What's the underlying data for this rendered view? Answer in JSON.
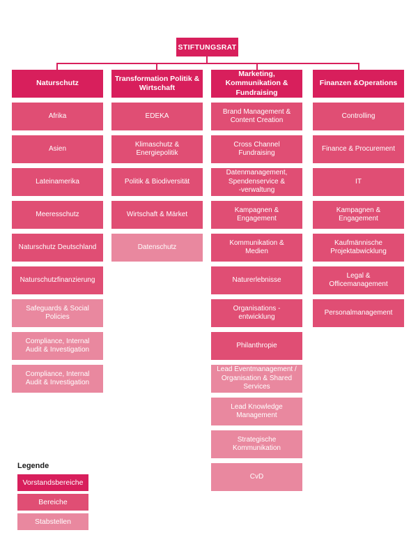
{
  "colors": {
    "vorstandsbereiche": "#D81F5C",
    "bereiche": "#E04E74",
    "stabstellen": "#E9889F",
    "text": "#FFFFFF",
    "background": "#FFFFFF"
  },
  "root": {
    "label": "STIFTUNGSRAT"
  },
  "columns": [
    {
      "header": "Naturschutz",
      "items": [
        {
          "label": "Afrika",
          "type": "bereich"
        },
        {
          "label": "Asien",
          "type": "bereich"
        },
        {
          "label": "Lateinamerika",
          "type": "bereich"
        },
        {
          "label": "Meeresschutz",
          "type": "bereich"
        },
        {
          "label": "Naturschutz Deutschland",
          "type": "bereich"
        },
        {
          "label": "Naturschutzfinanzierung",
          "type": "bereich"
        },
        {
          "label": "Safeguards & Social\nPolicies",
          "type": "stabstelle"
        },
        {
          "label": "Compliance, Internal\nAudit & Investigation",
          "type": "stabstelle"
        },
        {
          "label": "Compliance, Internal\nAudit & Investigation",
          "type": "stabstelle"
        }
      ]
    },
    {
      "header": "Transformation Politik &\nWirtschaft",
      "items": [
        {
          "label": "EDEKA",
          "type": "bereich"
        },
        {
          "label": "Klimaschutz &\nEnergiepolitik",
          "type": "bereich"
        },
        {
          "label": "Politik & Biodiversität",
          "type": "bereich"
        },
        {
          "label": "Wirtschaft & Märket",
          "type": "bereich"
        },
        {
          "label": "Datenschutz",
          "type": "stabstelle"
        }
      ]
    },
    {
      "header": "Marketing,\nKommunikation &\nFundraising",
      "items": [
        {
          "label": "Brand Management &\nContent Creation",
          "type": "bereich"
        },
        {
          "label": "Cross Channel\nFundraising",
          "type": "bereich"
        },
        {
          "label": "Datenmanagement,\nSpendenservice &\n-verwaltung",
          "type": "bereich"
        },
        {
          "label": "Kampagnen &\nEngagement",
          "type": "bereich"
        },
        {
          "label": "Kommunikation &\nMedien",
          "type": "bereich"
        },
        {
          "label": "Naturerlebnisse",
          "type": "bereich"
        },
        {
          "label": "Organisations -\nentwicklung",
          "type": "bereich"
        },
        {
          "label": "Philanthropie",
          "type": "bereich"
        },
        {
          "label": "Lead Eventmanagement /\nOrganisation & Shared\nServices",
          "type": "stabstelle"
        },
        {
          "label": "Lead Knowledge\nManagement",
          "type": "stabstelle"
        },
        {
          "label": "Strategische\nKommunikation",
          "type": "stabstelle"
        },
        {
          "label": "CvD",
          "type": "stabstelle"
        }
      ]
    },
    {
      "header": "Finanzen &Operations",
      "items": [
        {
          "label": "Controlling",
          "type": "bereich"
        },
        {
          "label": "Finance & Procurement",
          "type": "bereich"
        },
        {
          "label": "IT",
          "type": "bereich"
        },
        {
          "label": "Kampagnen &\nEngagement",
          "type": "bereich"
        },
        {
          "label": "Kaufmännische\nProjektabwicklung",
          "type": "bereich"
        },
        {
          "label": "Legal &\nOfficemanagement",
          "type": "bereich"
        },
        {
          "label": "Personalmanagement",
          "type": "bereich"
        }
      ]
    }
  ],
  "legend": {
    "title": "Legende",
    "entries": [
      {
        "label": "Vorstandsbereiche",
        "type": "vorstandsbereiche"
      },
      {
        "label": "Bereiche",
        "type": "bereiche"
      },
      {
        "label": "Stabstellen",
        "type": "stabstellen"
      }
    ]
  }
}
